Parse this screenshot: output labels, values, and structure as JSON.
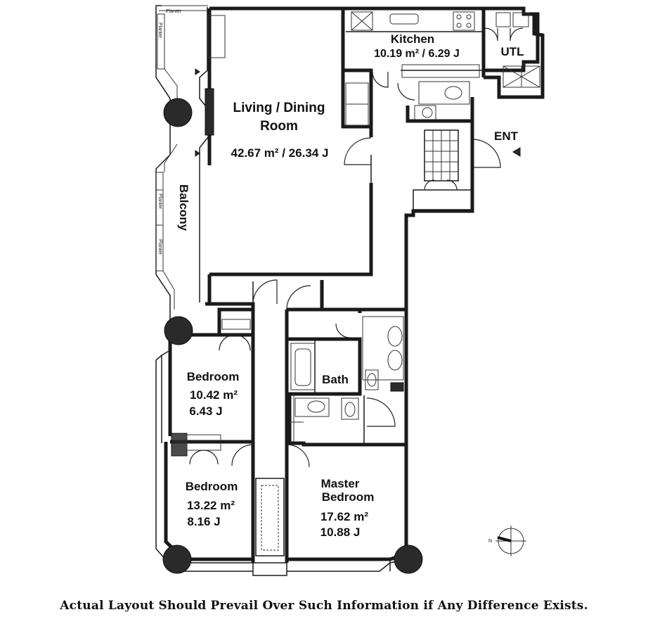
{
  "rooms": {
    "living": {
      "name_line1": "Living / Dining",
      "name_line2": "Room",
      "area": "42.67 m² / 26.34 J"
    },
    "kitchen": {
      "name": "Kitchen",
      "area": "10.19 m² / 6.29 J"
    },
    "utl": {
      "name": "UTL"
    },
    "balcony": {
      "name": "Balcony"
    },
    "bedroom1": {
      "name": "Bedroom",
      "area_m2": "10.42 m²",
      "area_j": "6.43 J"
    },
    "bedroom2": {
      "name": "Bedroom",
      "area_m2": "13.22 m²",
      "area_j": "8.16 J"
    },
    "master": {
      "name_line1": "Master",
      "name_line2": "Bedroom",
      "area_m2": "17.62 m²",
      "area_j": "10.88 J"
    },
    "bath": {
      "name": "Bath"
    }
  },
  "entrance": {
    "label": "ENT"
  },
  "planters": {
    "top": "Planter",
    "side1": "Planter",
    "side2": "Planter",
    "side3": "Planter"
  },
  "compass": {
    "label": "N"
  },
  "disclaimer": "Actual Layout Should Prevail Over Such Information if Any Difference Exists."
}
